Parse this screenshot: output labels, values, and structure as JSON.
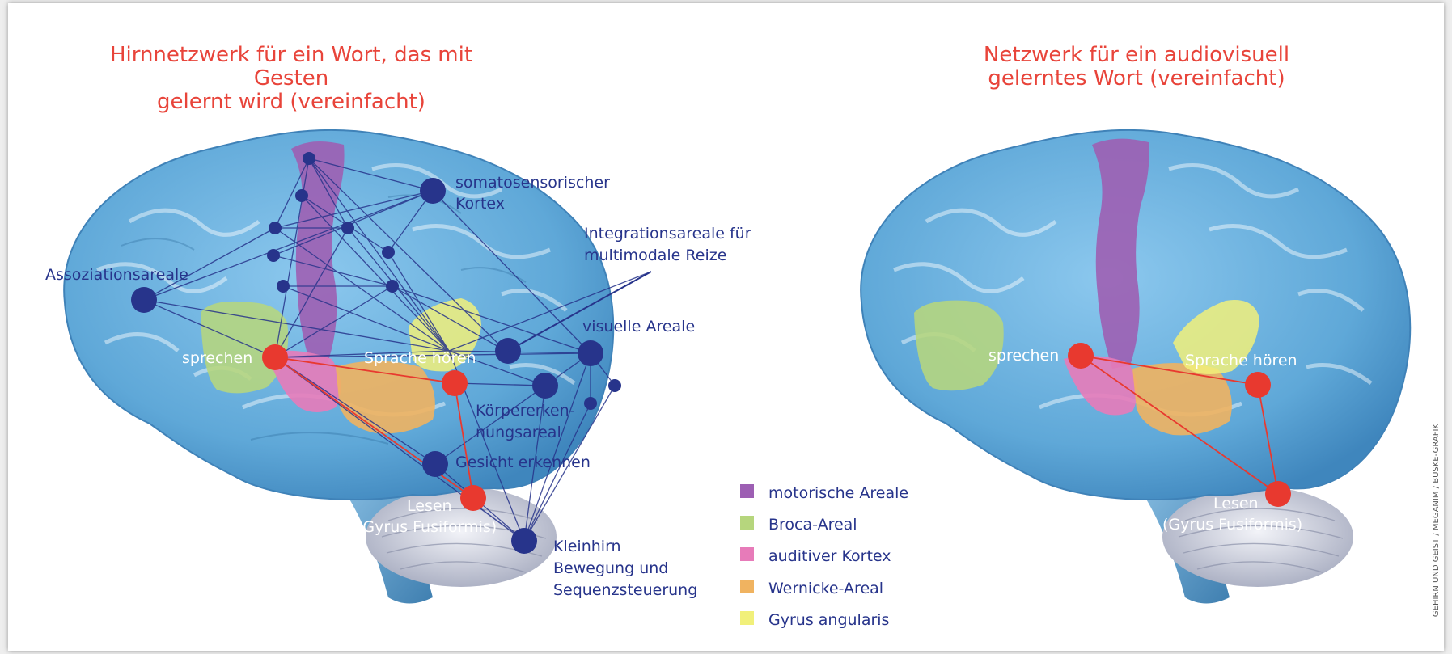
{
  "left_diagram": {
    "title": "Hirnnetzwerk für ein Wort, das mit Gesten\ngelernt wird (vereinfacht)",
    "labels": {
      "somatosensory_1": "somatosensorischer",
      "somatosensory_2": "Kortex",
      "integration_1": "Integrationsareale für",
      "integration_2": "multimodale Reize",
      "association": "Assoziationsareale",
      "visual": "visuelle Areale",
      "speak": "sprechen",
      "hear": "Sprache hören",
      "body_1": "Körpererken-",
      "body_2": "nungsareal",
      "face": "Gesicht erkennen",
      "read_1": "Lesen",
      "read_2": "(Gyrus Fusiformis)",
      "cerebellum_1": "Kleinhirn",
      "cerebellum_2": "Bewegung und",
      "cerebellum_3": "Sequenzsteuerung"
    }
  },
  "right_diagram": {
    "title": "Netzwerk für ein audiovisuell\ngelerntes Wort (vereinfacht)",
    "labels": {
      "speak": "sprechen",
      "hear": "Sprache hören",
      "read_1": "Lesen",
      "read_2": "(Gyrus Fusiformis)"
    }
  },
  "legend": [
    {
      "label": "motorische Areale",
      "color": "#9d5fb3"
    },
    {
      "label": "Broca-Areal",
      "color": "#b6d67d"
    },
    {
      "label": "auditiver Kortex",
      "color": "#e77bb9"
    },
    {
      "label": "Wernicke-Areal",
      "color": "#f0b360"
    },
    {
      "label": "Gyrus angularis",
      "color": "#f1f07a"
    }
  ],
  "colors": {
    "title": "#e8443a",
    "node_blue": "#27348b",
    "node_red": "#e8392f",
    "brain": "#5fa8d8"
  },
  "credit": "GEHIRN UND GEIST / MEGANIM / BUSKE-GRAFIK"
}
